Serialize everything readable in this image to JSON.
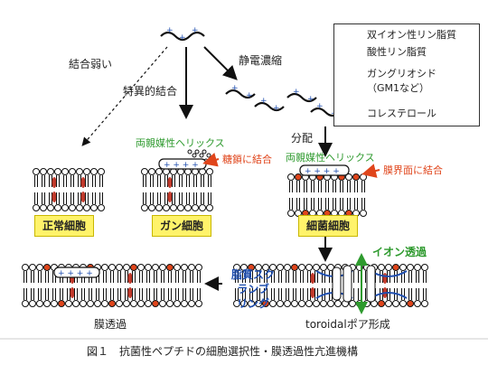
{
  "labels": {
    "weak_binding": "結合弱い",
    "specific_binding": "特異的結合",
    "electrostatic_concentration": "静電濃縮",
    "amphipathic_helix_1": "両親媒性ヘリックス",
    "amphipathic_helix_2": "両親媒性ヘリックス",
    "sugar_binding": "糖鎖に結合",
    "distribution": "分配",
    "interface_binding": "膜界面に結合",
    "ion_permeation": "イオン透過",
    "lipid_scrambling": "脂質スク\nランブ\nリング",
    "membrane_permeation": "膜透過",
    "toroidal_pore": "toroidalポア形成"
  },
  "cells": {
    "normal": "正常細胞",
    "cancer": "ガン細胞",
    "bacteria": "細菌細胞"
  },
  "legend": {
    "zwitterionic": "双イオン性リン脂質",
    "acidic": "酸性リン脂質",
    "ganglioside_1": "ガングリオシド",
    "ganglioside_2": "（GM1など）",
    "cholesterol": "コレステロール"
  },
  "caption": "図１　抗菌性ペプチドの細胞選択性・膜透過性亢進機構",
  "colors": {
    "green": "#2e9a2e",
    "red": "#e0451b",
    "blue": "#1f4fb0",
    "yellow": "#fff36a",
    "cholesterol": "#c0392b"
  }
}
